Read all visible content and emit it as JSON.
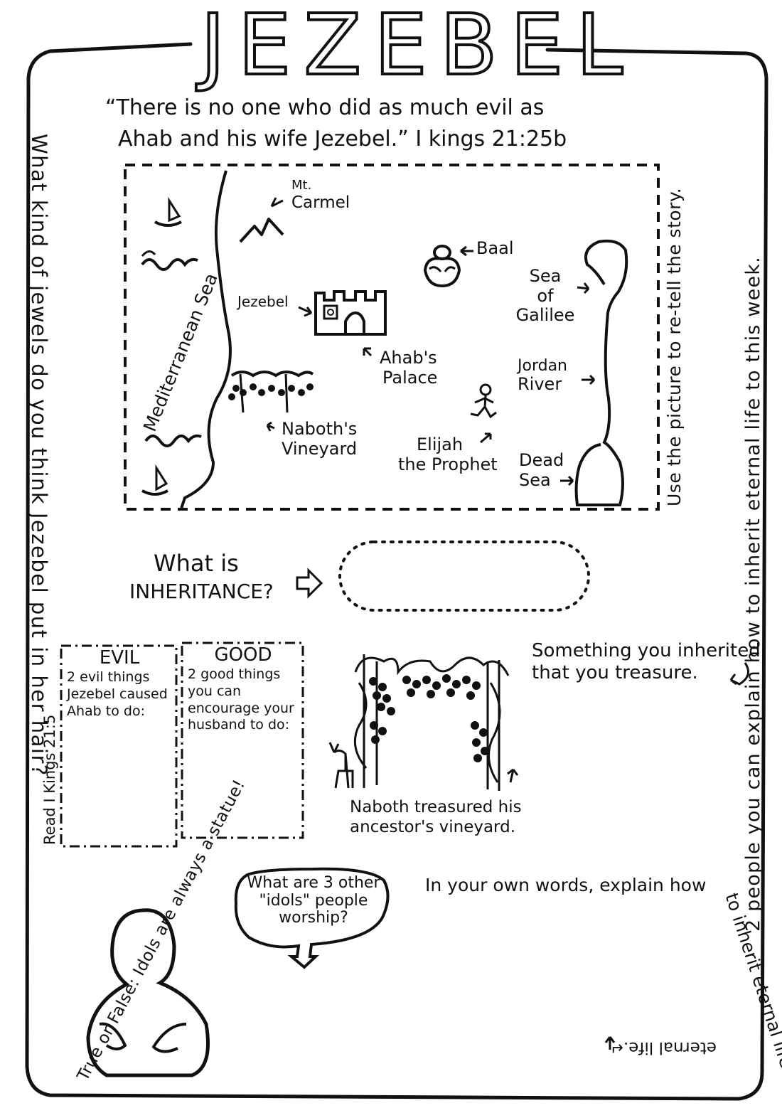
{
  "title": "JEZEBEL",
  "quote": {
    "line1": "“There is no one who did as much evil as",
    "line2": "Ahab and his wife Jezebel.”  I kings 21:25b"
  },
  "side_left": "What kind of jewels do you think Jezebel put in her hair?",
  "side_right": "2 people you can explain how to inherit eternal life to this week.",
  "map": {
    "side_note": "Use the picture to re-tell the story.",
    "labels": {
      "mt_carmel": [
        "Mt.",
        "Carmel"
      ],
      "baal": "Baal",
      "sea_of_galilee": [
        "Sea",
        "of",
        "Galilee"
      ],
      "jezebel": "Jezebel",
      "ahabs_palace": [
        "Ahab's",
        "Palace"
      ],
      "mediterranean_sea": "Mediterranean Sea",
      "jordan_river": [
        "Jordan",
        "River"
      ],
      "naboths_vineyard": [
        "Naboth's",
        "Vineyard"
      ],
      "elijah": [
        "Elijah",
        "the Prophet"
      ],
      "dead_sea": [
        "Dead",
        "Sea"
      ]
    }
  },
  "inheritance": {
    "line1": "What is",
    "line2": "INHERITANCE?"
  },
  "evil_box": {
    "title": "EVIL",
    "text": "2 evil things Jezebel caused Ahab to do:",
    "side": "Read I Kings 21:5"
  },
  "good_box": {
    "title": "GOOD",
    "text": "2 good things you can encourage your husband to do:"
  },
  "treasure": {
    "line1": "Something you inherited",
    "line2": "that you treasure."
  },
  "vineyard_caption": {
    "line1": "Naboth treasured his",
    "line2": "ancestor's vineyard."
  },
  "idols_bubble": {
    "line1": "What are 3 other",
    "line2": "\"idols\" people",
    "line3": "worship?"
  },
  "true_false": "True or False: Idols are always a statue!",
  "explain": {
    "line1": "In your own words, explain how",
    "line2": "to inherit eternal life.",
    "bottom": "eternal life.↵"
  }
}
